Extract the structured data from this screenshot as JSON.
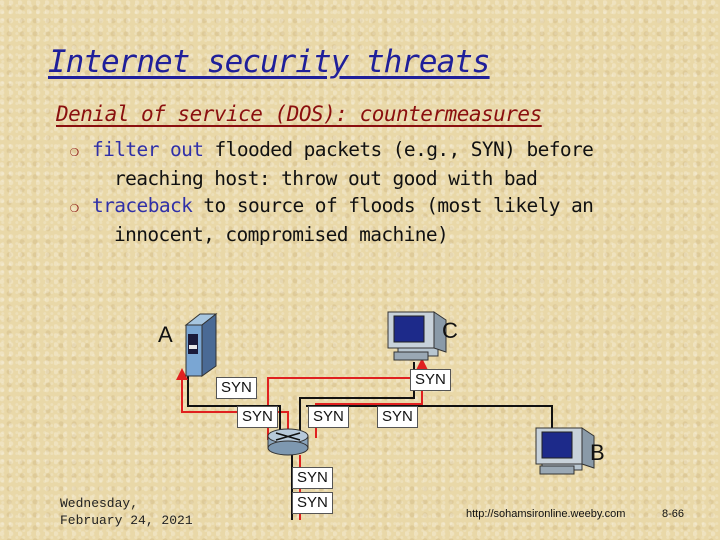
{
  "slide": {
    "title": "Internet security threats",
    "subtitle": "Denial of service (DOS): countermeasures",
    "bullets": [
      {
        "highlight": "filter out",
        "rest": " flooded packets (e.g., SYN) before reaching host: throw out good with bad"
      },
      {
        "highlight": "traceback",
        "rest": " to source of floods (most likely an innocent, compromised machine)"
      }
    ]
  },
  "diagram": {
    "host_a": "A",
    "host_b": "B",
    "host_c": "C",
    "syn_labels": [
      "SYN",
      "SYN",
      "SYN",
      "SYN",
      "SYN",
      "SYN",
      "SYN"
    ]
  },
  "footer": {
    "date_line1": "Wednesday,",
    "date_line2": "February 24, 2021",
    "url": "http://sohamsironline.weeby.com",
    "page": "8-66"
  },
  "colors": {
    "title": "#1f1f9a",
    "subtitle": "#8a0f0f",
    "attack_path": "#e02020",
    "link": "#111111",
    "background": "#e9d8a8"
  }
}
